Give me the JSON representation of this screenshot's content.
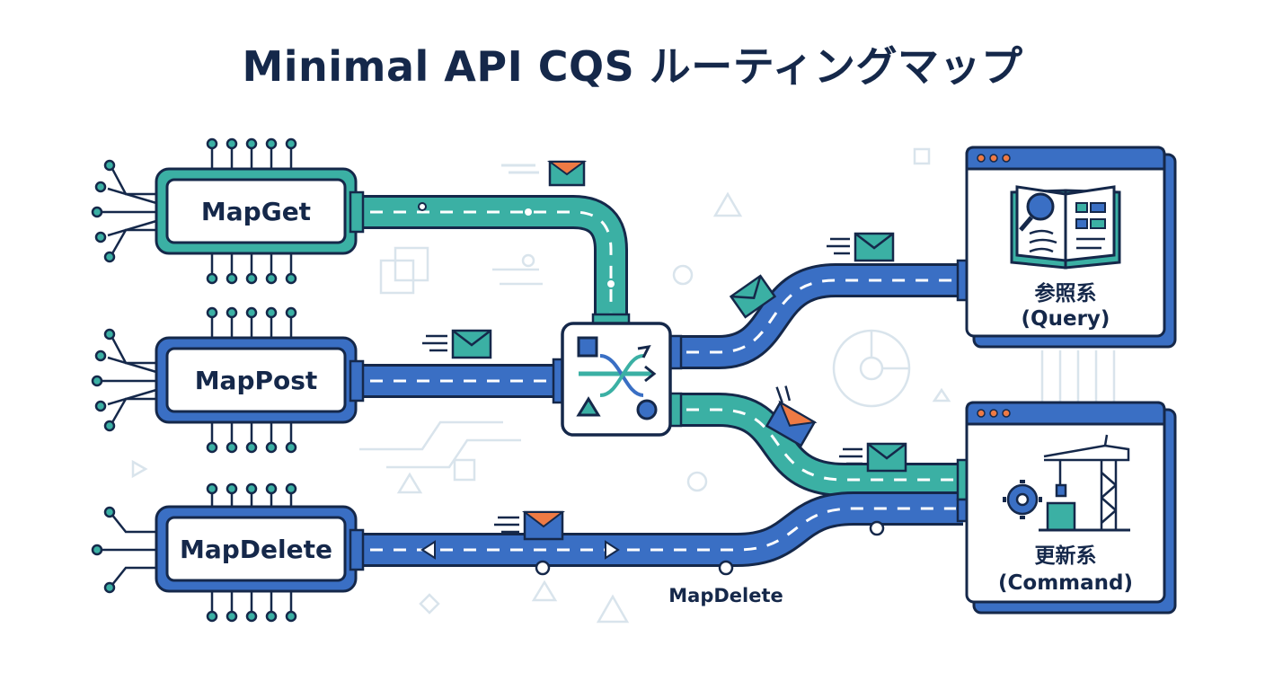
{
  "title": "Minimal API CQS ルーティングマップ",
  "endpoints": [
    {
      "label": "MapGet"
    },
    {
      "label": "MapPost"
    },
    {
      "label": "MapDelete"
    }
  ],
  "router": {
    "icon": "shuffle-icon"
  },
  "targets": [
    {
      "label": "参照系",
      "sublabel": "(Query)",
      "icon": "book-search-icon"
    },
    {
      "label": "更新系",
      "sublabel": "(Command)",
      "icon": "crane-gear-icon"
    }
  ],
  "road_label": "MapDelete",
  "colors": {
    "navy": "#15284a",
    "teal": "#3bb0a4",
    "blue": "#3a6fc4",
    "orange": "#ee7a44",
    "light": "#d9e4ec"
  }
}
